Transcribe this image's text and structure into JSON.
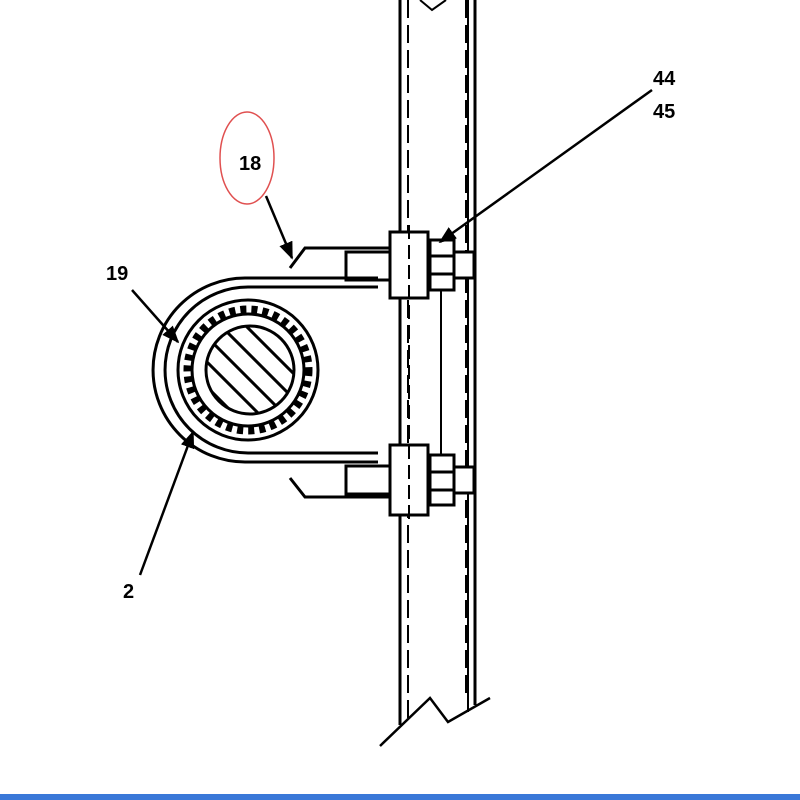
{
  "diagram": {
    "callouts": {
      "part_18": "18",
      "part_19": "19",
      "part_2": "2",
      "part_44": "44",
      "part_45": "45"
    },
    "highlight_color": "#e05050",
    "line_color": "#000000",
    "bar_color": "#3a78d8"
  }
}
